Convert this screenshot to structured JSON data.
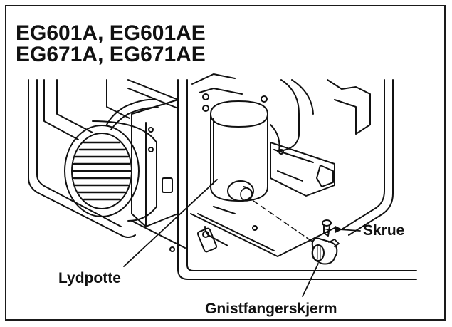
{
  "title": {
    "line1": "EG601A, EG601AE",
    "line2": "EG671A, EG671AE"
  },
  "labels": {
    "muffler": "Lydpotte",
    "screw": "Skrue",
    "spark_arrester": "Gnistfangerskjerm"
  }
}
